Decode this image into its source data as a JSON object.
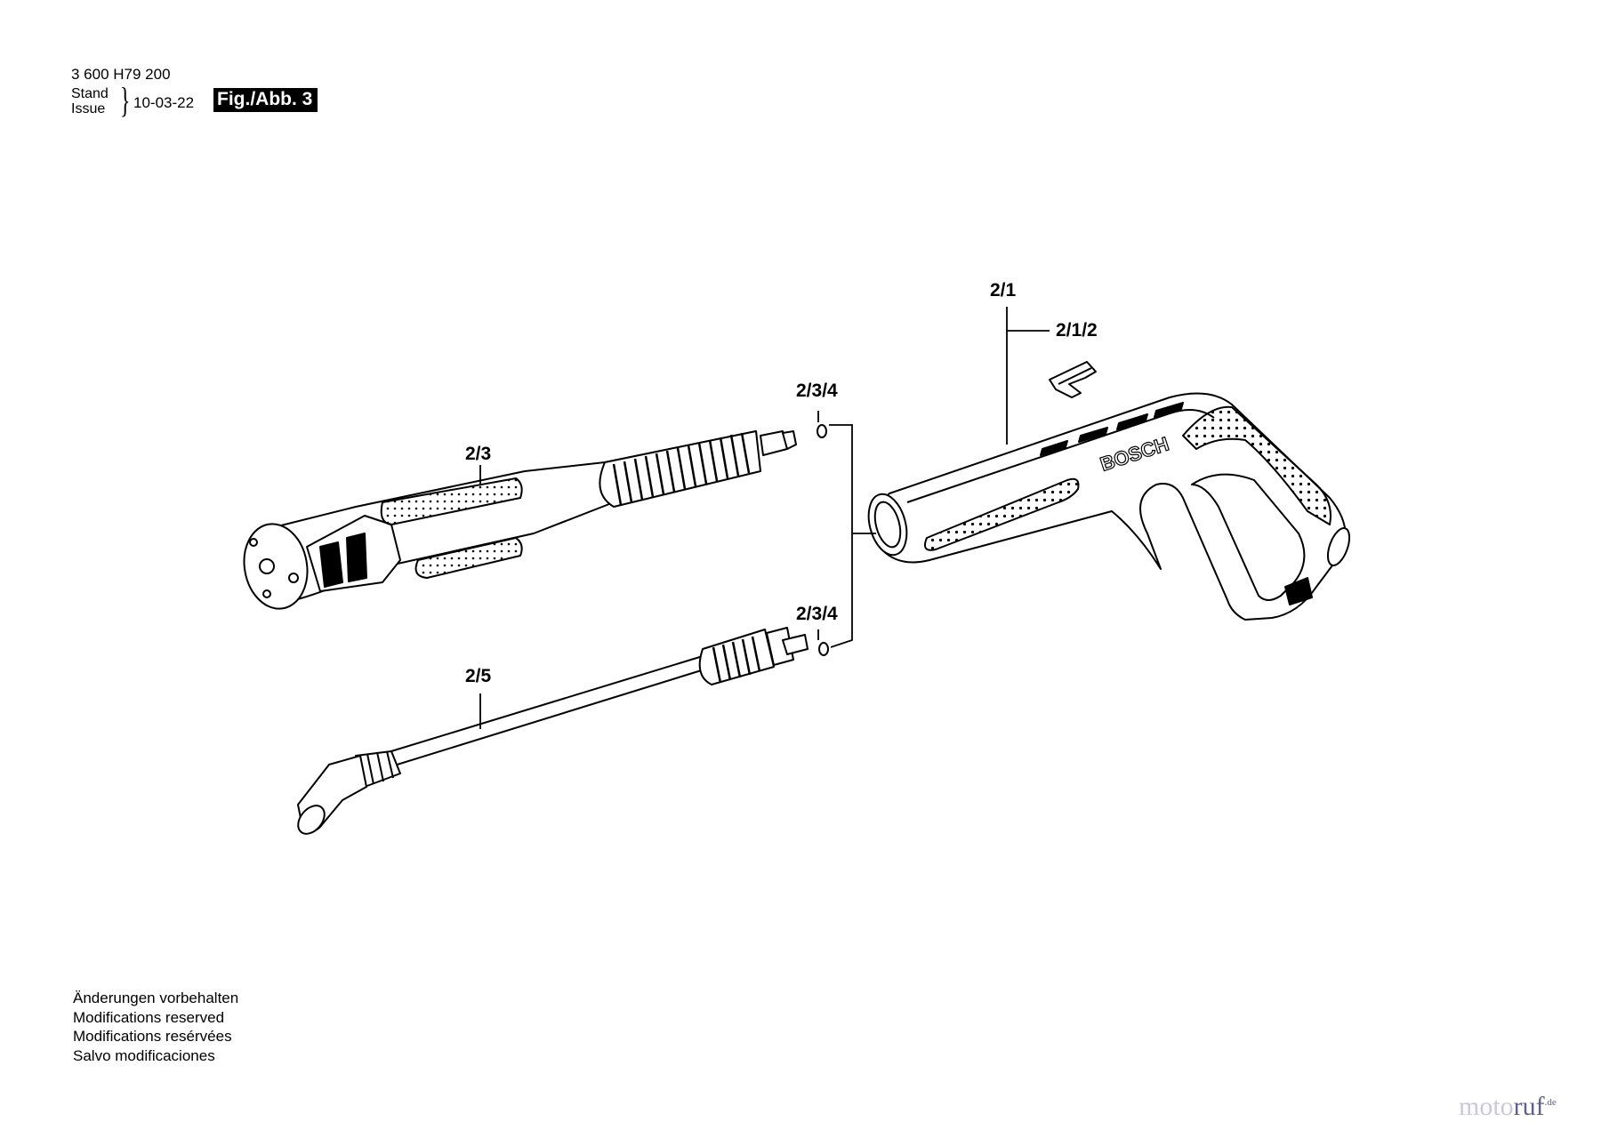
{
  "header": {
    "part_number": "3 600 H79 200",
    "stand_label": "Stand",
    "issue_label": "Issue",
    "date": "10-03-22",
    "figure_label": "Fig./Abb. 3"
  },
  "labels": {
    "trigger_gun": "2/1",
    "clip": "2/1/2",
    "nozzle": "2/3",
    "o_ring_top": "2/3/4",
    "o_ring_bottom": "2/3/4",
    "lance": "2/5",
    "brand": "BOSCH"
  },
  "notes": [
    "Änderungen vorbehalten",
    "Modifications reserved",
    "Modifications resérvées",
    "Salvo modificaciones"
  ],
  "watermark": {
    "text_a": "moto",
    "text_b": "ruf",
    "suffix": ".de"
  }
}
